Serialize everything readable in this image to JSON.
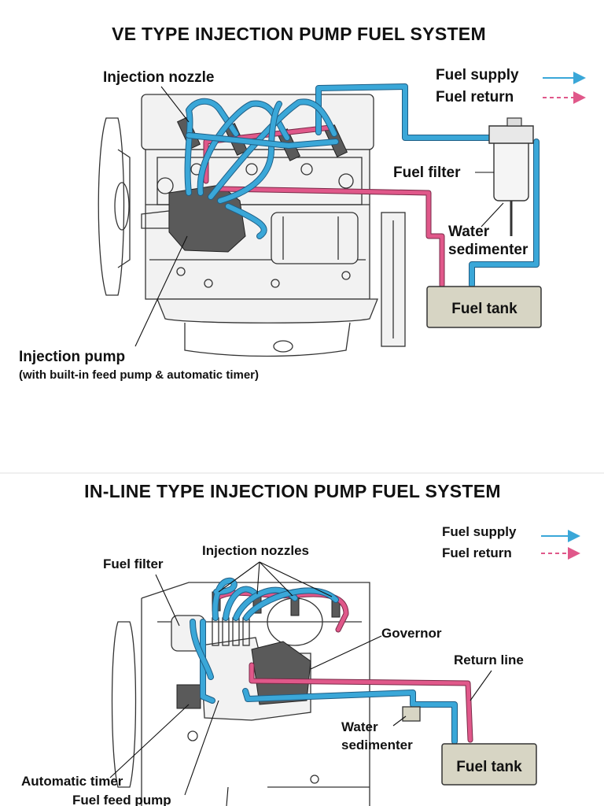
{
  "ve": {
    "title": "VE TYPE INJECTION PUMP FUEL SYSTEM",
    "legend": {
      "supply": "Fuel supply",
      "return": "Fuel return"
    },
    "labels": {
      "nozzle": "Injection nozzle",
      "filter": "Fuel filter",
      "sedimenter_1": "Water",
      "sedimenter_2": "sedimenter",
      "tank": "Fuel tank",
      "pump": "Injection pump",
      "pump_note": "(with built-in feed pump & automatic timer)"
    }
  },
  "inline": {
    "title": "IN-LINE TYPE INJECTION PUMP FUEL SYSTEM",
    "legend": {
      "supply": "Fuel supply",
      "return": "Fuel return"
    },
    "labels": {
      "filter": "Fuel filter",
      "nozzles": "Injection nozzles",
      "governor": "Governor",
      "return_line": "Return line",
      "sedimenter_1": "Water",
      "sedimenter_2": "sedimenter",
      "tank": "Fuel tank",
      "timer": "Automatic timer",
      "feed_pump": "Fuel feed pump"
    }
  },
  "colors": {
    "supply": "#3aa7d8",
    "return": "#e0588a",
    "tank": "#d7d5c4"
  }
}
